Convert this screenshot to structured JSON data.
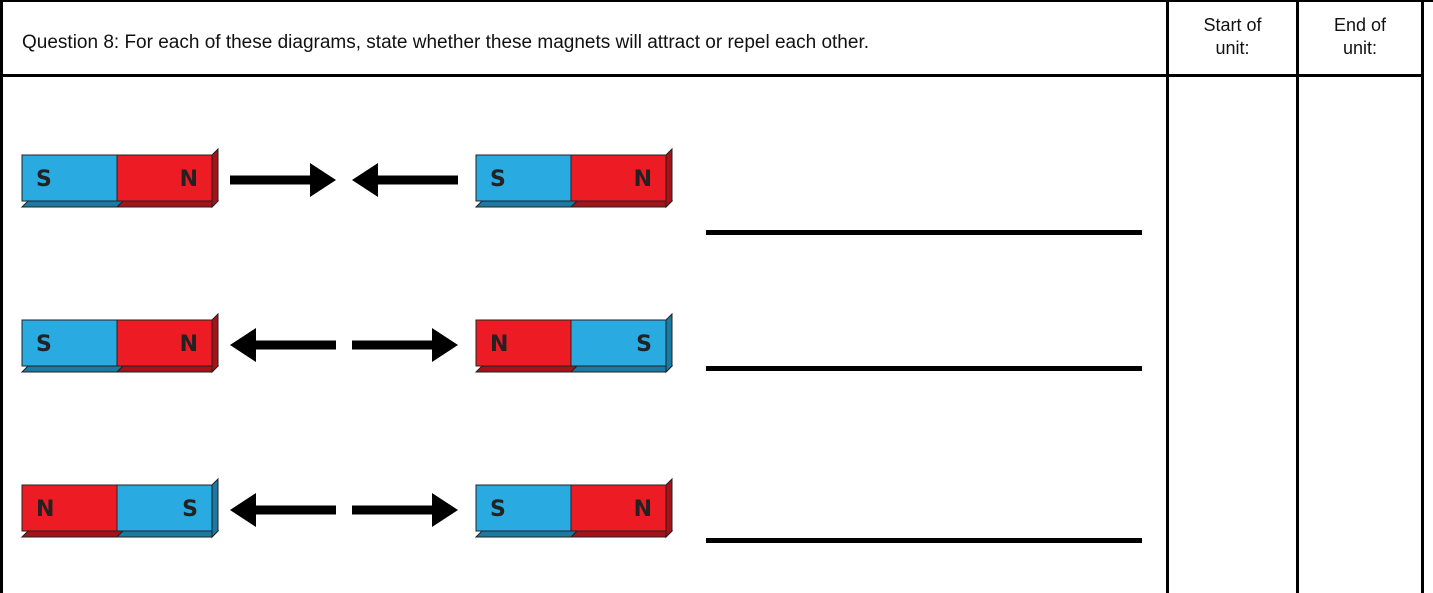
{
  "question": "Question 8: For each of these diagrams, state whether these magnets will attract or repel each other.",
  "columns": {
    "start": [
      "Start of",
      "unit:"
    ],
    "end": [
      "End of",
      "unit:"
    ]
  },
  "colors": {
    "north": "#ed1c24",
    "south": "#29abe2",
    "shadow_north": "#a51218",
    "shadow_south": "#1b7aa3",
    "outline": "#222222"
  },
  "diagrams": [
    {
      "left_magnet": [
        "S",
        "N"
      ],
      "right_magnet": [
        "S",
        "N"
      ],
      "arrows": [
        "right-arrow-icon",
        "left-arrow-icon"
      ]
    },
    {
      "left_magnet": [
        "S",
        "N"
      ],
      "right_magnet": [
        "N",
        "S"
      ],
      "arrows": [
        "left-arrow-icon",
        "right-arrow-icon"
      ]
    },
    {
      "left_magnet": [
        "N",
        "S"
      ],
      "right_magnet": [
        "S",
        "N"
      ],
      "arrows": [
        "left-arrow-icon",
        "right-arrow-icon"
      ]
    }
  ]
}
